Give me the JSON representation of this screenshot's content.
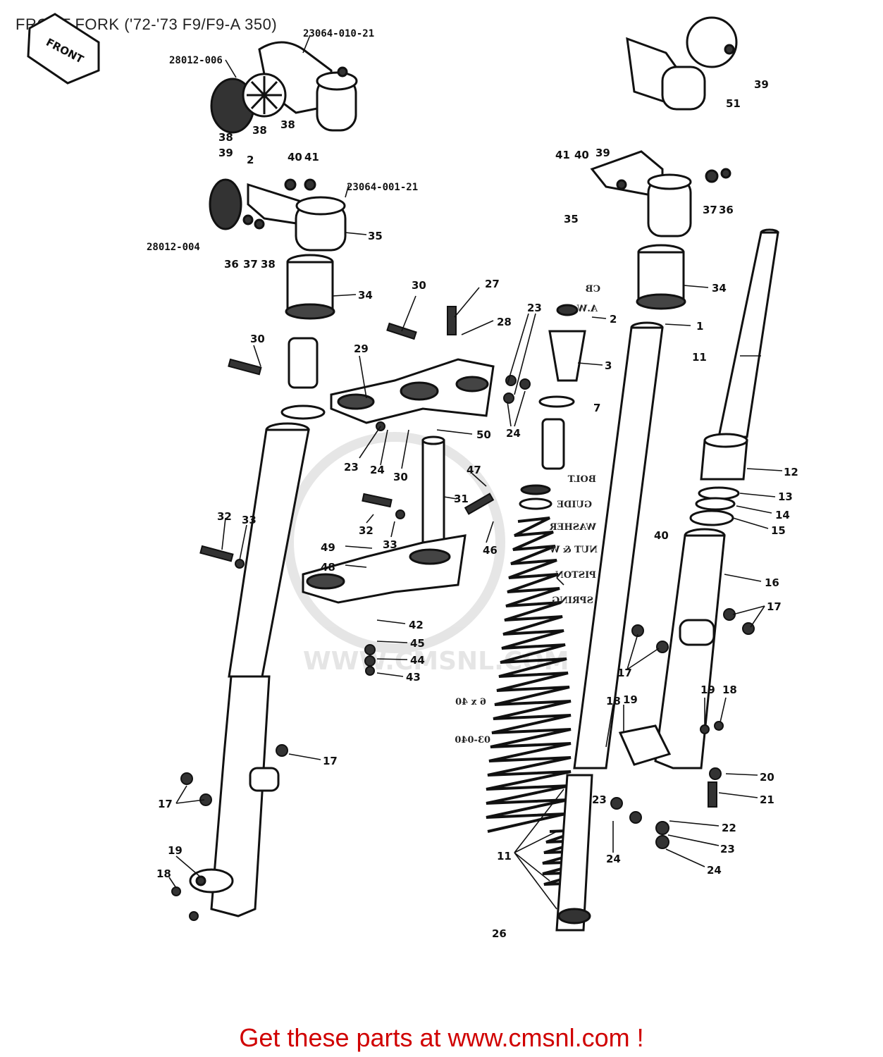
{
  "title": "FRONT FORK ('72-'73 F9/F9-A 350)",
  "front_badge": "FRONT",
  "watermark": "WWW.CMSNL.COM",
  "footer": "Get these parts at www.cmsnl.com !",
  "part_numbers": [
    {
      "id": "p1",
      "text": "23064-010-21"
    },
    {
      "id": "p2",
      "text": "28012-006"
    },
    {
      "id": "p3",
      "text": "23064-001-21"
    },
    {
      "id": "p4",
      "text": "28012-004"
    }
  ],
  "callouts": [
    {
      "id": "c1",
      "text": "38"
    },
    {
      "id": "c2",
      "text": "38"
    },
    {
      "id": "c3",
      "text": "38"
    },
    {
      "id": "c4",
      "text": "39"
    },
    {
      "id": "c5",
      "text": "51"
    },
    {
      "id": "c6",
      "text": "39"
    },
    {
      "id": "c7",
      "text": "2"
    },
    {
      "id": "c8",
      "text": "40"
    },
    {
      "id": "c9",
      "text": "41"
    },
    {
      "id": "c10",
      "text": "41"
    },
    {
      "id": "c11",
      "text": "40"
    },
    {
      "id": "c12",
      "text": "39"
    },
    {
      "id": "c13",
      "text": "35"
    },
    {
      "id": "c14",
      "text": "37"
    },
    {
      "id": "c15",
      "text": "36"
    },
    {
      "id": "c16",
      "text": "35"
    },
    {
      "id": "c17",
      "text": "36"
    },
    {
      "id": "c18",
      "text": "37"
    },
    {
      "id": "c19",
      "text": "38"
    },
    {
      "id": "c20",
      "text": "34"
    },
    {
      "id": "c21",
      "text": "34"
    },
    {
      "id": "c22",
      "text": "30"
    },
    {
      "id": "c23",
      "text": "27"
    },
    {
      "id": "c24",
      "text": "23"
    },
    {
      "id": "c25",
      "text": "28"
    },
    {
      "id": "c26",
      "text": "2"
    },
    {
      "id": "c27",
      "text": "1"
    },
    {
      "id": "c28",
      "text": "30"
    },
    {
      "id": "c29",
      "text": "29"
    },
    {
      "id": "c30",
      "text": "3"
    },
    {
      "id": "c31",
      "text": "11"
    },
    {
      "id": "c32",
      "text": "7"
    },
    {
      "id": "c33",
      "text": "24"
    },
    {
      "id": "c34",
      "text": "50"
    },
    {
      "id": "c35",
      "text": "23"
    },
    {
      "id": "c36",
      "text": "24"
    },
    {
      "id": "c37",
      "text": "30"
    },
    {
      "id": "c38",
      "text": "47"
    },
    {
      "id": "c39",
      "text": "12"
    },
    {
      "id": "c40",
      "text": "13"
    },
    {
      "id": "c41",
      "text": "14"
    },
    {
      "id": "c42",
      "text": "15"
    },
    {
      "id": "c43",
      "text": "31"
    },
    {
      "id": "c44",
      "text": "32"
    },
    {
      "id": "c45",
      "text": "33"
    },
    {
      "id": "c46",
      "text": "32"
    },
    {
      "id": "c47",
      "text": "33"
    },
    {
      "id": "c48",
      "text": "46"
    },
    {
      "id": "c49",
      "text": "49"
    },
    {
      "id": "c50",
      "text": "48"
    },
    {
      "id": "c51",
      "text": "16"
    },
    {
      "id": "c52",
      "text": "17"
    },
    {
      "id": "c53",
      "text": "42"
    },
    {
      "id": "c54",
      "text": "45"
    },
    {
      "id": "c55",
      "text": "44"
    },
    {
      "id": "c56",
      "text": "43"
    },
    {
      "id": "c57",
      "text": "17"
    },
    {
      "id": "c58",
      "text": "19"
    },
    {
      "id": "c59",
      "text": "18"
    },
    {
      "id": "c60",
      "text": "18"
    },
    {
      "id": "c61",
      "text": "19"
    },
    {
      "id": "c62",
      "text": "17"
    },
    {
      "id": "c63",
      "text": "20"
    },
    {
      "id": "c64",
      "text": "21"
    },
    {
      "id": "c65",
      "text": "17"
    },
    {
      "id": "c66",
      "text": "23"
    },
    {
      "id": "c67",
      "text": "22"
    },
    {
      "id": "c68",
      "text": "23"
    },
    {
      "id": "c69",
      "text": "24"
    },
    {
      "id": "c70",
      "text": "24"
    },
    {
      "id": "c71",
      "text": "11"
    },
    {
      "id": "c72",
      "text": "19"
    },
    {
      "id": "c73",
      "text": "18"
    },
    {
      "id": "c74",
      "text": "26"
    },
    {
      "id": "c75",
      "text": "40"
    }
  ],
  "reversed_notes": [
    {
      "id": "r1",
      "text": "CB"
    },
    {
      "id": "r2",
      "text": "A.W"
    },
    {
      "id": "r3",
      "text": "BOLT"
    },
    {
      "id": "r4",
      "text": "GUIDE"
    },
    {
      "id": "r5",
      "text": "WASHER"
    },
    {
      "id": "r6",
      "text": "NUT & W"
    },
    {
      "id": "r7",
      "text": "PISTON"
    },
    {
      "id": "r8",
      "text": "SPRING"
    },
    {
      "id": "r9",
      "text": "6 x 40"
    },
    {
      "id": "r10",
      "text": "03-040"
    }
  ]
}
